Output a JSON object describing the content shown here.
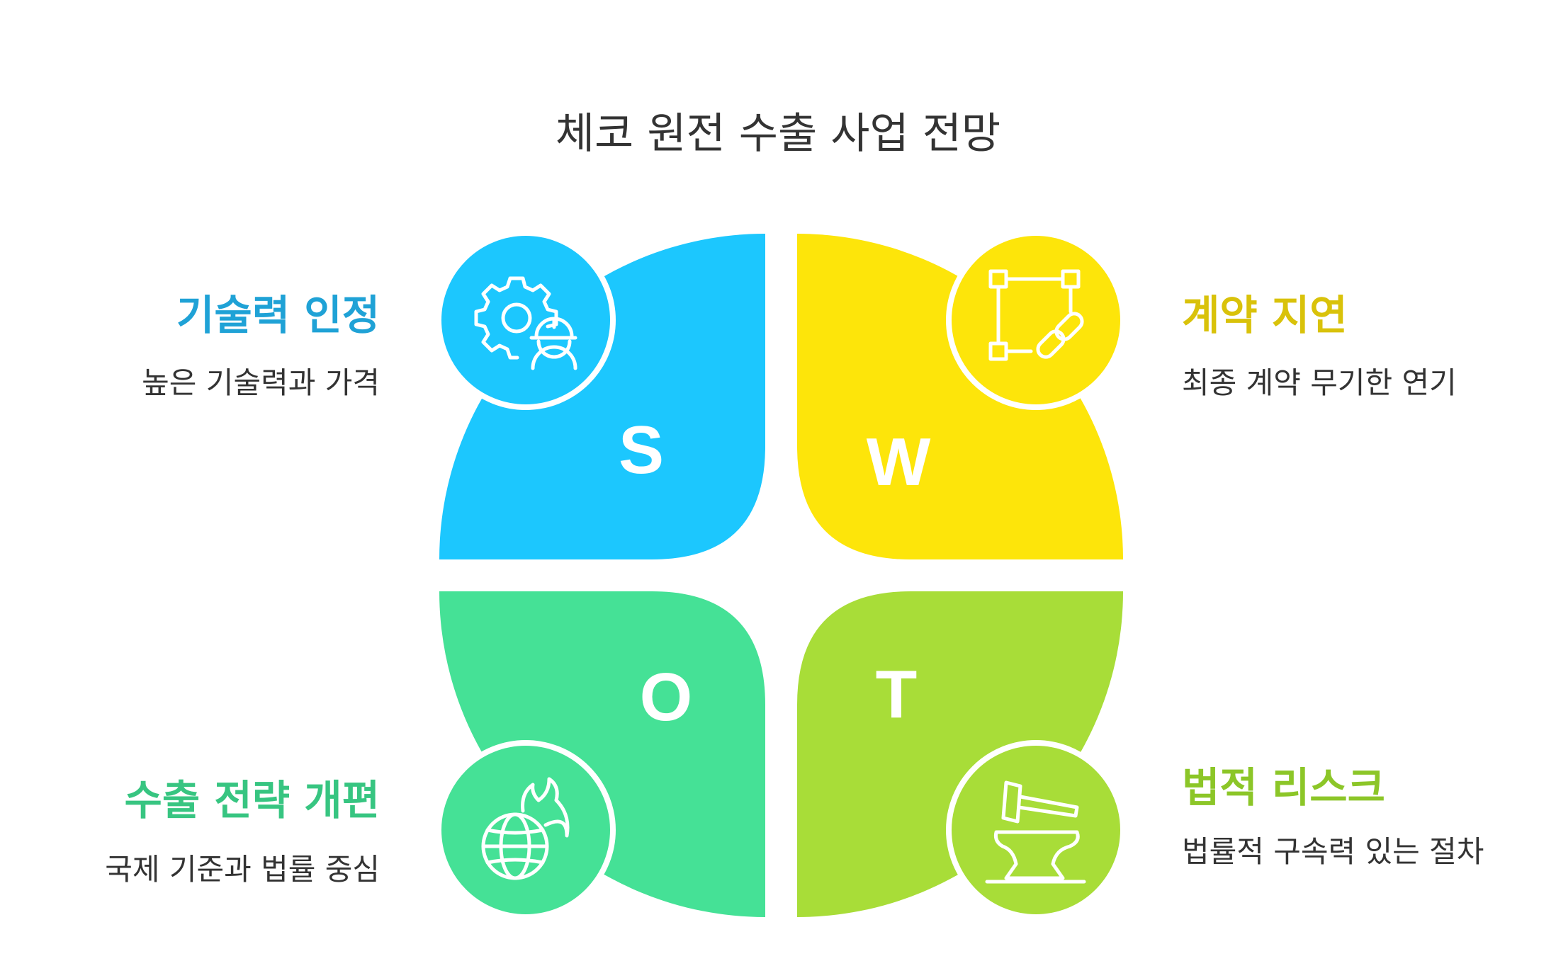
{
  "title": "체코 원전 수출 사업 전망",
  "quadrants": [
    {
      "letter": "S",
      "heading": "기술력 인정",
      "desc": "높은 기술력과 가격",
      "color": "#1cc7fe",
      "heading_color": "#1fa2d6",
      "icon": "gear-worker-icon"
    },
    {
      "letter": "W",
      "heading": "계약 지연",
      "desc": "최종 계약 무기한 연기",
      "color": "#fde50a",
      "heading_color": "#d9c20a",
      "icon": "square-chain-link-icon"
    },
    {
      "letter": "O",
      "heading": "수출 전략 개편",
      "desc": "국제 기준과 법률 중심",
      "color": "#45e196",
      "heading_color": "#37c581",
      "icon": "burning-globe-icon"
    },
    {
      "letter": "T",
      "heading": "법적 리스크",
      "desc": "법률적 구속력 있는 절차",
      "color": "#a8dd38",
      "heading_color": "#8cc628",
      "icon": "hammer-anvil-icon"
    }
  ]
}
